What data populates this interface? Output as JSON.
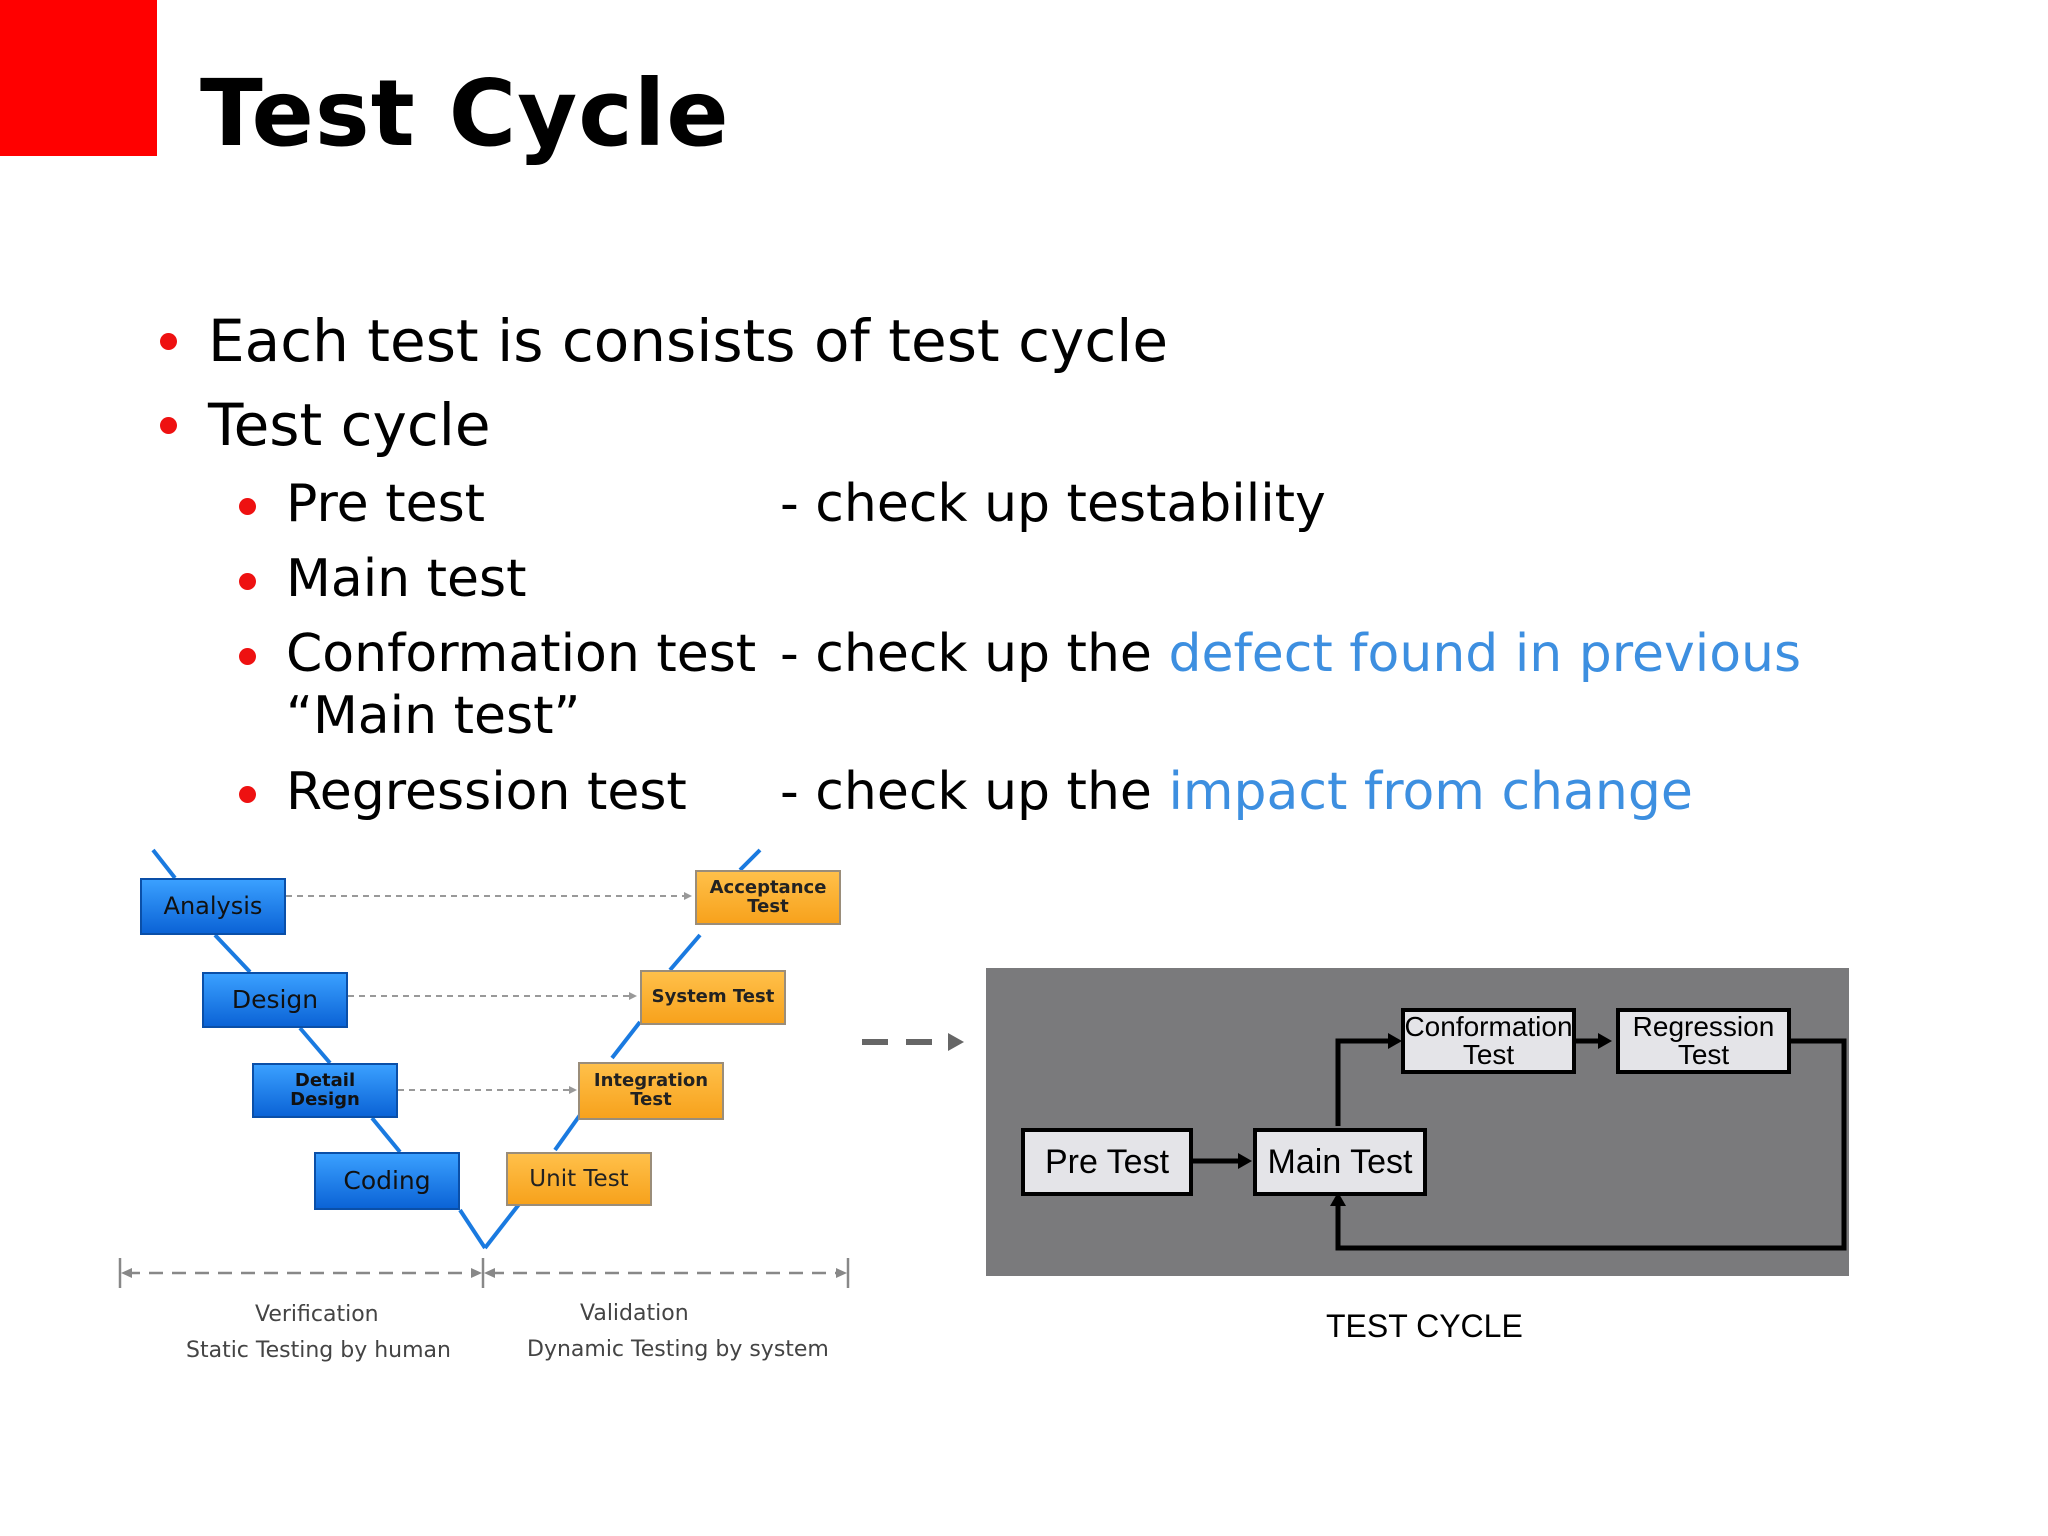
{
  "slide": {
    "title": "Test Cycle",
    "accent_color": "#ff0000",
    "highlight_color": "#3d8fe0",
    "bullets": [
      {
        "text": "Each test is consists of test cycle"
      },
      {
        "text": "Test cycle"
      }
    ],
    "sub_bullets": [
      {
        "label": "Pre test",
        "desc": "- check up testability",
        "desc_highlight": ""
      },
      {
        "label": "Main test",
        "desc": "",
        "desc_highlight": ""
      },
      {
        "label": "Conformation test",
        "desc": "- check up the ",
        "desc_highlight": "defect found in previous",
        "continuation": "“Main test”"
      },
      {
        "label": "Regression test",
        "desc": "- check up the ",
        "desc_highlight": "impact from change"
      }
    ]
  },
  "v_model": {
    "left_boxes": [
      "Analysis",
      "Design",
      "Detail Design",
      "Coding"
    ],
    "right_boxes": [
      "Acceptance Test",
      "System Test",
      "Integration Test",
      "Unit Test"
    ],
    "left_caption": {
      "line1": "Verification",
      "line2": "Static Testing by human"
    },
    "right_caption": {
      "line1": "Validation",
      "line2": "Dynamic Testing by system"
    }
  },
  "test_cycle": {
    "boxes": {
      "pre": "Pre Test",
      "main": "Main Test",
      "conformation": "Conformation Test",
      "regression": "Regression Test"
    },
    "caption": "TEST CYCLE"
  }
}
